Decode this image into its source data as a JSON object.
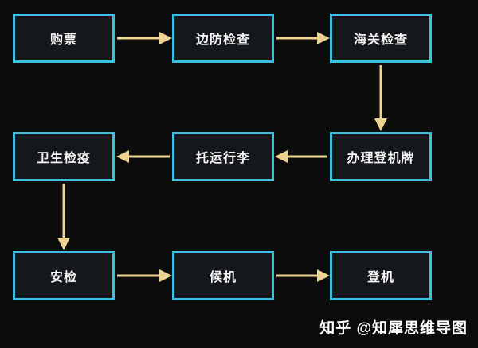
{
  "colors": {
    "background": "#0c0c0c",
    "box_fill": "#15181a",
    "box_border": "#3cc0de",
    "arrow": "#edd392",
    "text": "#f4f4f4",
    "watermark_text": "#ffffff"
  },
  "nodes": [
    {
      "id": "buy-ticket",
      "label": "购票"
    },
    {
      "id": "border-inspection",
      "label": "边防检查"
    },
    {
      "id": "customs-inspection",
      "label": "海关检查"
    },
    {
      "id": "check-in-boarding-pass",
      "label": "办理登机牌"
    },
    {
      "id": "luggage-check",
      "label": "托运行李"
    },
    {
      "id": "health-quarantine",
      "label": "卫生检疫"
    },
    {
      "id": "security-check",
      "label": "安检"
    },
    {
      "id": "wait-for-flight",
      "label": "候机"
    },
    {
      "id": "boarding",
      "label": "登机"
    }
  ],
  "edges": [
    {
      "from": "buy-ticket",
      "to": "border-inspection",
      "direction": "right"
    },
    {
      "from": "border-inspection",
      "to": "customs-inspection",
      "direction": "right"
    },
    {
      "from": "customs-inspection",
      "to": "check-in-boarding-pass",
      "direction": "down"
    },
    {
      "from": "check-in-boarding-pass",
      "to": "luggage-check",
      "direction": "left"
    },
    {
      "from": "luggage-check",
      "to": "health-quarantine",
      "direction": "left"
    },
    {
      "from": "health-quarantine",
      "to": "security-check",
      "direction": "down"
    },
    {
      "from": "security-check",
      "to": "wait-for-flight",
      "direction": "right"
    },
    {
      "from": "wait-for-flight",
      "to": "boarding",
      "direction": "right"
    }
  ],
  "watermark": {
    "text": "知乎 @知犀思维导图"
  }
}
